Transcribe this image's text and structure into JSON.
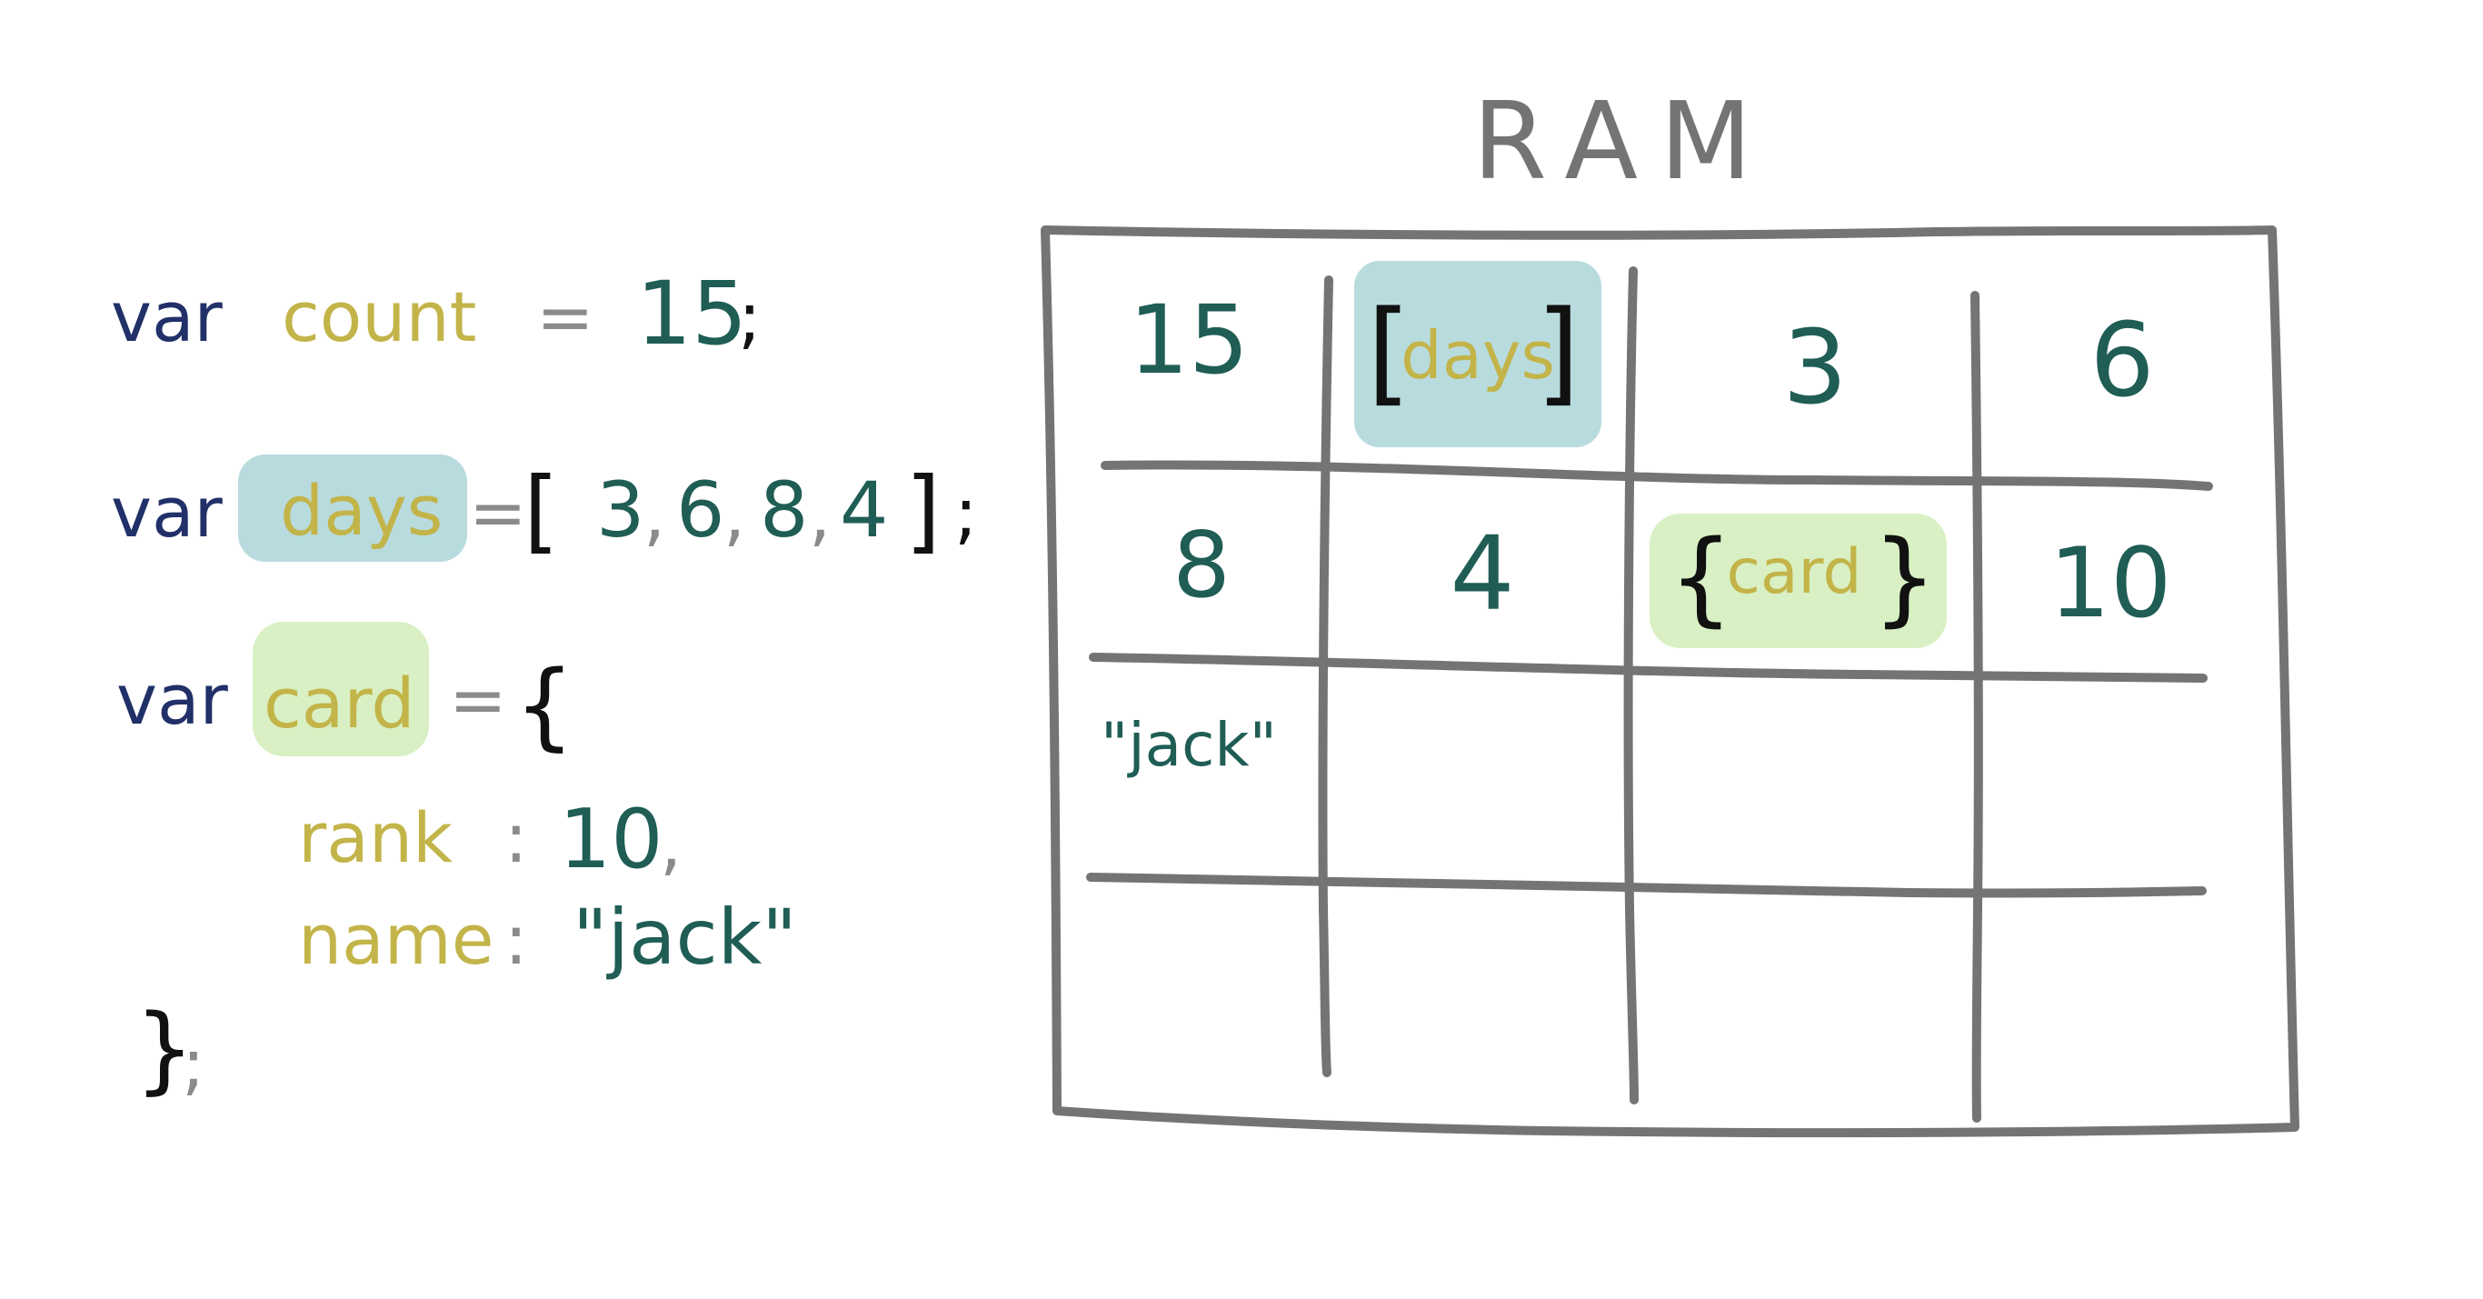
{
  "colors": {
    "keyword": "#213068",
    "identifier": "#c3b449",
    "value": "#1f5d55",
    "operator": "#8b8b8b",
    "bracket": "#111111",
    "days_highlight": "#b8dbde",
    "card_highlight": "#d8f0c3",
    "grid": "#747474"
  },
  "code": {
    "line1": {
      "keyword": "var",
      "name": "count",
      "equals": "=",
      "value": "15",
      "semicolon": ";"
    },
    "line2": {
      "keyword": "var",
      "name": "days",
      "equals": "=",
      "open_bracket": "[",
      "items": [
        "3",
        "6",
        "8",
        "4"
      ],
      "comma": ",",
      "close_bracket": "]",
      "semicolon": ";"
    },
    "line3": {
      "keyword": "var",
      "name": "card",
      "equals": "=",
      "open_brace": "{"
    },
    "prop1": {
      "key": "rank",
      "colon": ":",
      "value": "10",
      "comma": ","
    },
    "prop2": {
      "key": "name",
      "colon": ":",
      "value": "\"jack\""
    },
    "closing": {
      "close_brace": "}",
      "semicolon": ";"
    }
  },
  "ram": {
    "title": "RAM",
    "cells": {
      "r1c1": "15",
      "r1c2": {
        "open": "[",
        "label": "days",
        "close": "]"
      },
      "r1c3": "3",
      "r1c4": "6",
      "r2c1": "8",
      "r2c2": "4",
      "r2c3": {
        "open": "{",
        "label": "card",
        "close": "}"
      },
      "r2c4": "10",
      "r3c1": "\"jack\""
    }
  }
}
